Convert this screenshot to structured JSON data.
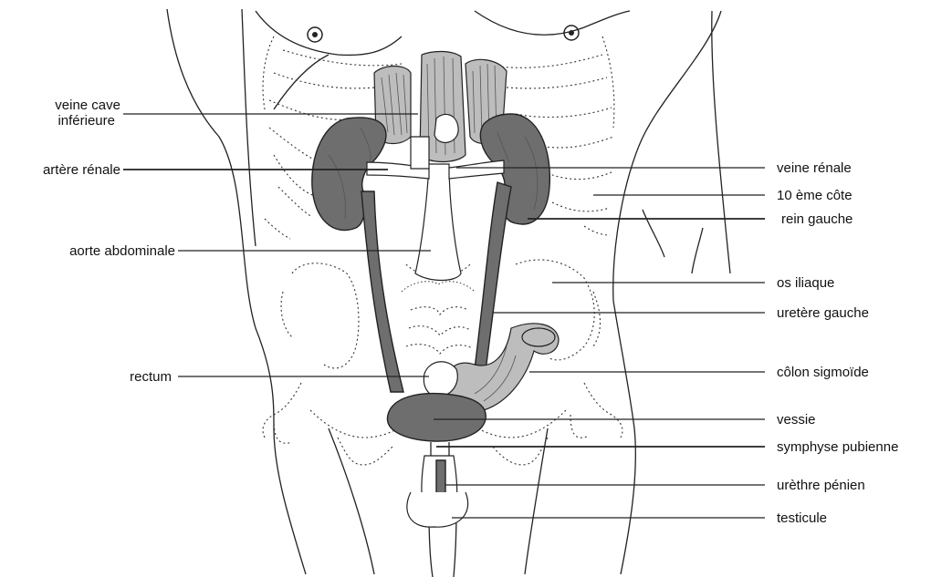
{
  "labels": {
    "veine_cave": [
      "veine cave",
      "inférieure"
    ],
    "artere_renale": "artère rénale",
    "aorte": "aorte abdominale",
    "rectum": "rectum",
    "veine_renale": "veine rénale",
    "cote": "10 ème côte",
    "rein_gauche": "rein gauche",
    "os_iliaque": "os iliaque",
    "uretere": "uretère gauche",
    "colon": "côlon sigmoïde",
    "vessie": "vessie",
    "symphyse": "symphyse pubienne",
    "urethre": "urèthre pénien",
    "testicule": "testicule"
  },
  "colors": {
    "organ": "#6e6e6e",
    "line": "#222222",
    "background": "#ffffff"
  }
}
